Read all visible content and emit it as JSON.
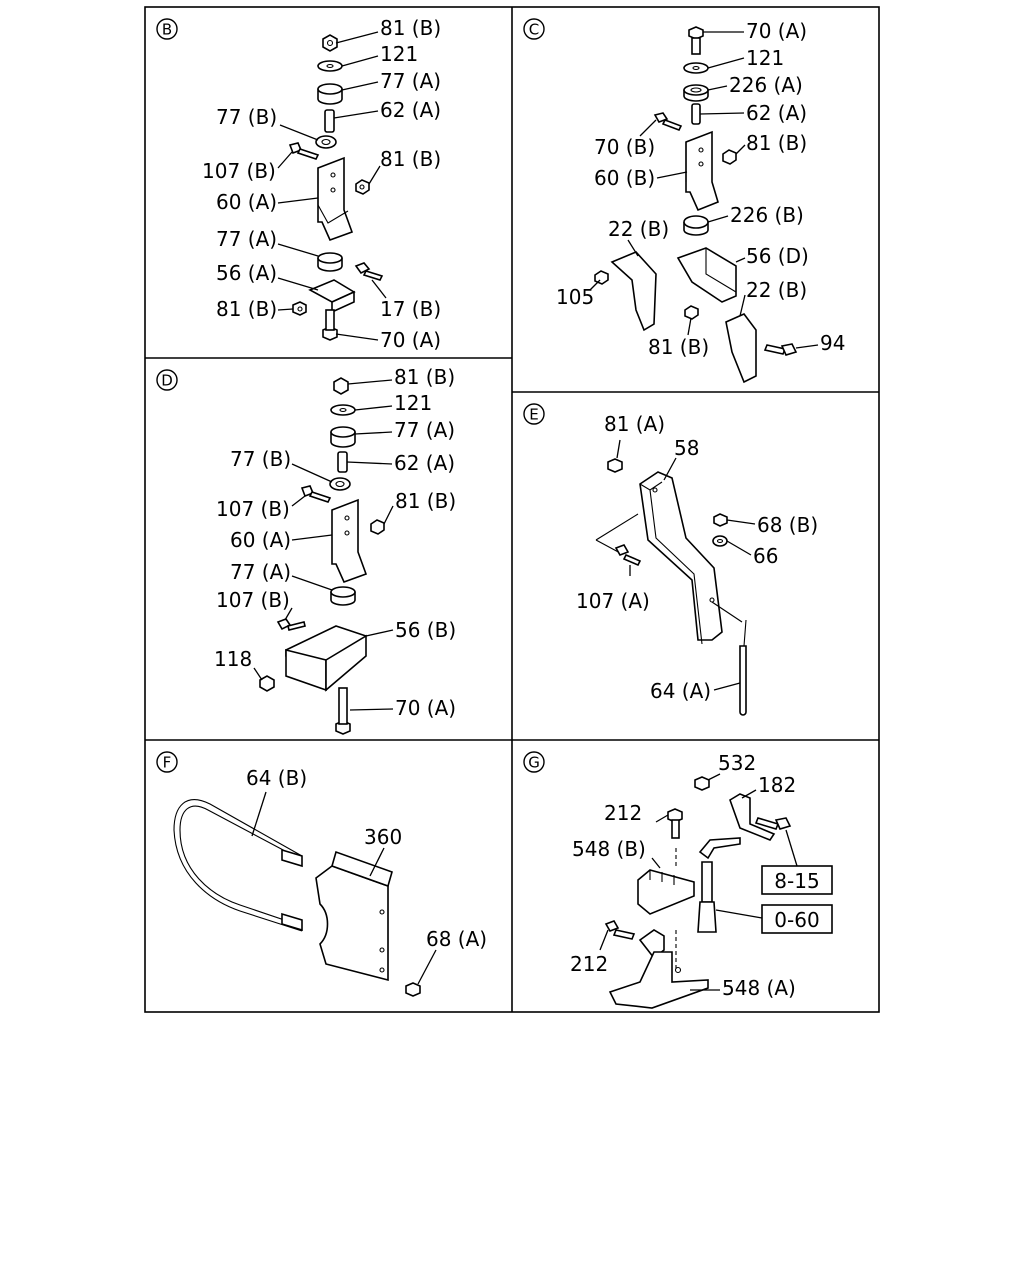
{
  "panels": [
    {
      "id": "B",
      "labels": [
        "81 (B)",
        "121",
        "77 (A)",
        "62 (A)",
        "77 (B)",
        "107 (B)",
        "81 (B)",
        "60 (A)",
        "77 (A)",
        "56 (A)",
        "17 (B)",
        "81 (B)",
        "70 (A)"
      ]
    },
    {
      "id": "C",
      "labels": [
        "70 (A)",
        "121",
        "226 (A)",
        "62 (A)",
        "70 (B)",
        "81 (B)",
        "60 (B)",
        "226 (B)",
        "22 (B)",
        "56 (D)",
        "105",
        "22 (B)",
        "94",
        "81 (B)"
      ]
    },
    {
      "id": "D",
      "labels": [
        "81 (B)",
        "121",
        "77 (A)",
        "77 (B)",
        "62 (A)",
        "107 (B)",
        "81 (B)",
        "60 (A)",
        "77 (A)",
        "107 (B)",
        "56 (B)",
        "118",
        "70 (A)"
      ]
    },
    {
      "id": "E",
      "labels": [
        "81 (A)",
        "58",
        "68 (B)",
        "66",
        "107 (A)",
        "64 (A)"
      ]
    },
    {
      "id": "F",
      "labels": [
        "64 (B)",
        "360",
        "68 (A)"
      ]
    },
    {
      "id": "G",
      "labels": [
        "532",
        "182",
        "212",
        "548 (B)",
        "8-15",
        "0-60",
        "212",
        "548 (A)"
      ]
    }
  ]
}
